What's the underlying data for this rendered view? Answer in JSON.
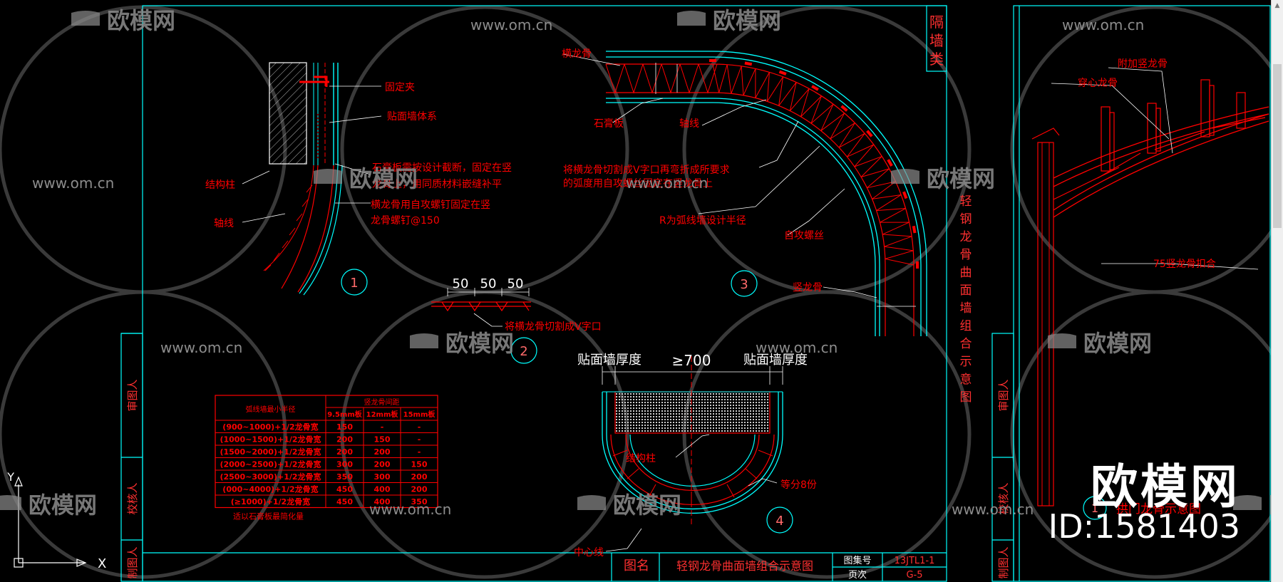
{
  "drawing": {
    "side_title": "隔墙类",
    "vertical_title": "轻钢龙骨曲面墙组合示意图",
    "title_block": {
      "label_name": "图名",
      "name": "轻钢龙骨曲面墙组合示意图",
      "label_atlas": "图集号",
      "atlas": "13JTL1-1",
      "label_page": "页次",
      "page": "G-5"
    },
    "sign_left": [
      "审图人",
      "校核人",
      "制图人"
    ],
    "sign_right": [
      "审图人",
      "校核人",
      "制图人"
    ],
    "detail1": {
      "num": "1",
      "labels": {
        "clip": "固定夹",
        "system": "贴面墙体系",
        "gypsum1": "石膏板需按设计截断，固定在竖",
        "gypsum2": "龙骨上，用同质材料嵌缝补平",
        "column": "结构柱",
        "screw1": "横龙骨用自攻螺钉固定在竖",
        "screw2": "龙骨螺钉@150",
        "axis": "轴线"
      }
    },
    "detail2": {
      "num": "2",
      "dims": [
        "50",
        "50",
        "50"
      ],
      "label": "将横龙骨切割成V字口"
    },
    "detail3": {
      "num": "3",
      "labels": {
        "track": "横龙骨",
        "board": "石膏板",
        "axis": "轴线",
        "cut1": "将横龙骨切割成V字口再弯折成所要求",
        "cut2": "的弧度用自攻螺丝固定在竖龙骨上",
        "radius": "R为弧线墙设计半径",
        "screw": "自攻螺丝",
        "stud": "竖龙骨"
      }
    },
    "detail4": {
      "num": "4",
      "dim_left": "贴面墙厚度",
      "dim_mid": "≥700",
      "dim_right": "贴面墙厚度",
      "column": "结构柱",
      "divide": "等分8份",
      "center": "中心线"
    },
    "table": {
      "col1": "弧线墙最小半径",
      "group": "竖龙骨间距",
      "sub": [
        "9.5mm板",
        "12mm板",
        "15mm板"
      ],
      "rows": [
        [
          "(900~1000)+1/2龙骨宽",
          "150",
          "-",
          "-"
        ],
        [
          "(1000~1500)+1/2龙骨宽",
          "200",
          "150",
          "-"
        ],
        [
          "(1500~2000)+1/2龙骨宽",
          "200",
          "200",
          "-"
        ],
        [
          "(2000~2500)+1/2龙骨宽",
          "300",
          "200",
          "150"
        ],
        [
          "(2500~3000)+1/2龙骨宽",
          "350",
          "300",
          "200"
        ],
        [
          "(000~4000)+1/2龙骨宽",
          "450",
          "400",
          "200"
        ],
        [
          "(≥1000)+1/2龙骨宽",
          "450",
          "400",
          "350"
        ]
      ],
      "note": "适以石膏板最简化量"
    },
    "detail_right": {
      "labels": {
        "extra": "附加竖龙骨",
        "through": "穿心龙骨",
        "buckle": "75竖龙骨扣合"
      },
      "caption_num": "1",
      "caption": "拱门龙骨示意图"
    },
    "axes": {
      "x": "X",
      "y": "Y"
    }
  },
  "watermarks": {
    "brand": "欧模网",
    "url": "www.om.cn",
    "big": "欧模网",
    "id": "ID:1581403"
  },
  "colors": {
    "background": "#000000",
    "frame": "#00ffff",
    "red": "#ff0000",
    "white": "#ffffff",
    "wall": "#b5b5b5",
    "title_text": "#ff3030",
    "watermark": "#8c8c8c"
  }
}
